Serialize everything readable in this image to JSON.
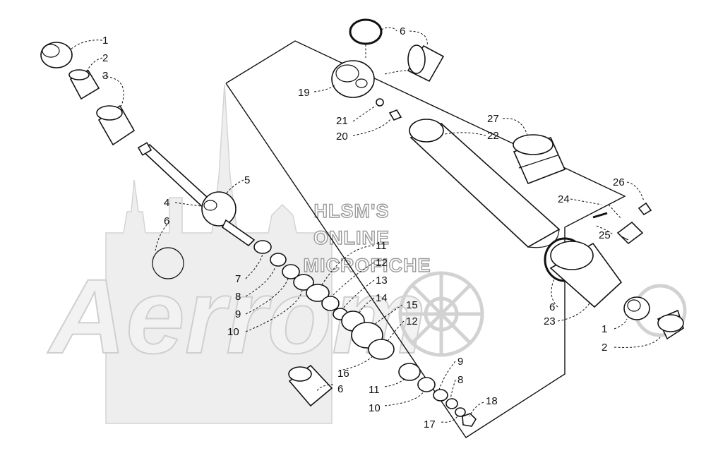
{
  "watermark": {
    "line1": "HLSM'S",
    "line2": "ONLINE",
    "line3": "MICROFICHE",
    "logo": "Aerrom"
  },
  "callouts": {
    "c1_top": "1",
    "c2_top": "2",
    "c3": "3",
    "c4": "4",
    "c5": "5",
    "c6_rod": "6",
    "c6_top": "6",
    "c6_right": "6",
    "c6_bottom": "6",
    "c7": "7",
    "c8_left": "8",
    "c9_left": "9",
    "c10_left": "10",
    "c11_top": "11",
    "c12_top": "12",
    "c13": "13",
    "c14": "14",
    "c15": "15",
    "c12_mid": "12",
    "c16": "16",
    "c11_bottom": "11",
    "c10_bottom": "10",
    "c9_bottom": "9",
    "c8_bottom": "8",
    "c17": "17",
    "c18": "18",
    "c19": "19",
    "c20": "20",
    "c21": "21",
    "c22": "22",
    "c23": "23",
    "c24": "24",
    "c25": "25",
    "c26": "26",
    "c27": "27",
    "c1_right": "1",
    "c2_right": "2"
  }
}
